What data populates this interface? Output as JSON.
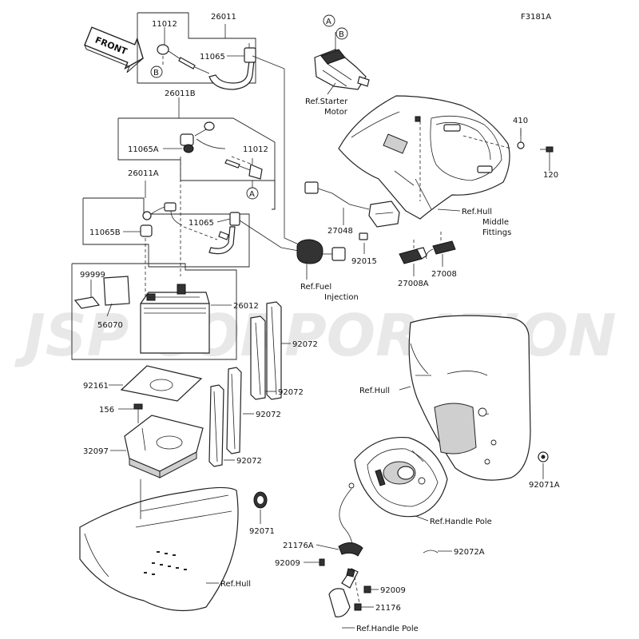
{
  "figure_id": "F3181A",
  "watermark": "JSP CORPORATION",
  "front_label": "FRONT",
  "part_numbers": {
    "p26011": "26011",
    "p11012_top": "11012",
    "p11065_top": "11065",
    "p26011B": "26011B",
    "p11065A": "11065A",
    "p11012_mid": "11012",
    "p26011A": "26011A",
    "p11065B": "11065B",
    "p11065_mid": "11065",
    "p99999": "99999",
    "p56070": "56070",
    "p26012": "26012",
    "p92072_a": "92072",
    "p92072_b": "92072",
    "p92072_c": "92072",
    "p92072_d": "92072",
    "p92161": "92161",
    "p156": "156",
    "p32097": "32097",
    "p92071": "92071",
    "p410": "410",
    "p120": "120",
    "p27048": "27048",
    "p92015": "92015",
    "p27008A": "27008A",
    "p27008": "27008",
    "p92071A": "92071A",
    "p21176A": "21176A",
    "p92009_a": "92009",
    "p92072A": "92072A",
    "p92009_b": "92009",
    "p21176": "21176"
  },
  "references": {
    "starter_line1": "Ref.Starter",
    "starter_line2": "Motor",
    "hull_middle_line1": "Ref.Hull",
    "hull_middle_line2": "Middle",
    "hull_middle_line3": "Fittings",
    "fuel_line1": "Ref.Fuel",
    "fuel_line2": "Injection",
    "hull_right": "Ref.Hull",
    "handle_pole_mid": "Ref.Handle Pole",
    "hull_bottom": "Ref.Hull",
    "handle_pole_bottom": "Ref.Handle Pole"
  },
  "connector_markers": {
    "a": "A",
    "b": "B"
  }
}
